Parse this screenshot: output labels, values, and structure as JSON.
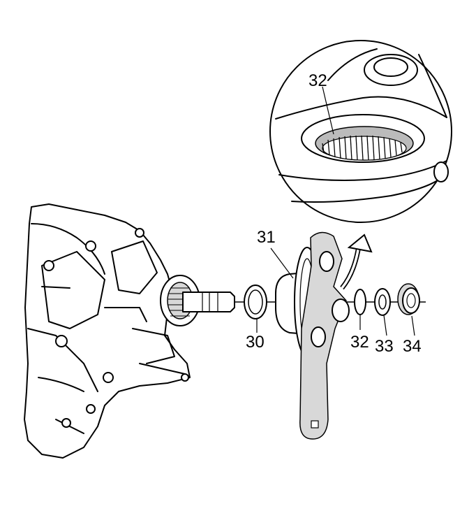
{
  "diagram": {
    "callouts": {
      "c30": "30",
      "c31": "31",
      "c32_detail": "32",
      "c32": "32",
      "c33": "33",
      "c34": "34"
    }
  }
}
